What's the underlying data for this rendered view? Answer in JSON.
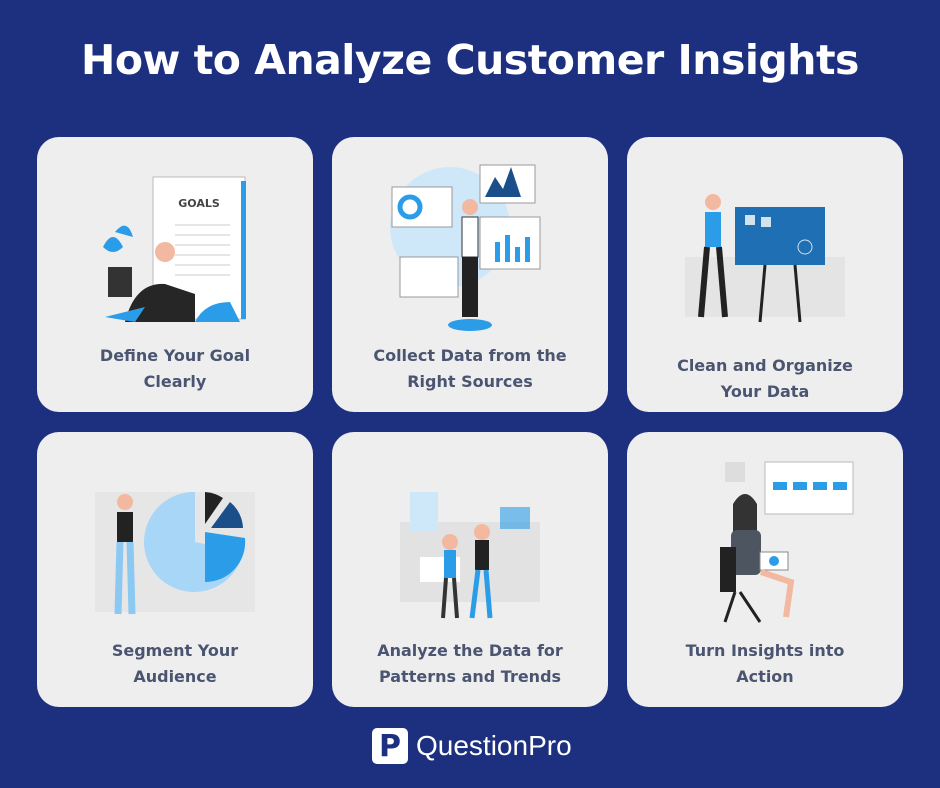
{
  "title": "How to Analyze Customer Insights",
  "cards": [
    {
      "label_line1": "Define Your Goal",
      "label_line2": "Clearly",
      "illustration_text": "GOALS"
    },
    {
      "label_line1": "Collect Data from the",
      "label_line2": "Right Sources"
    },
    {
      "label_line1": "Clean and Organize",
      "label_line2": "Your Data"
    },
    {
      "label_line1": "Segment Your",
      "label_line2": "Audience"
    },
    {
      "label_line1": "Analyze the Data for",
      "label_line2": "Patterns and Trends"
    },
    {
      "label_line1": "Turn Insights into",
      "label_line2": "Action"
    }
  ],
  "logo": {
    "mark": "P",
    "text": "QuestionPro"
  },
  "colors": {
    "background": "#1d2f7f",
    "card": "#eeeeee",
    "accent": "#2b9de8",
    "label": "#4b5571"
  }
}
